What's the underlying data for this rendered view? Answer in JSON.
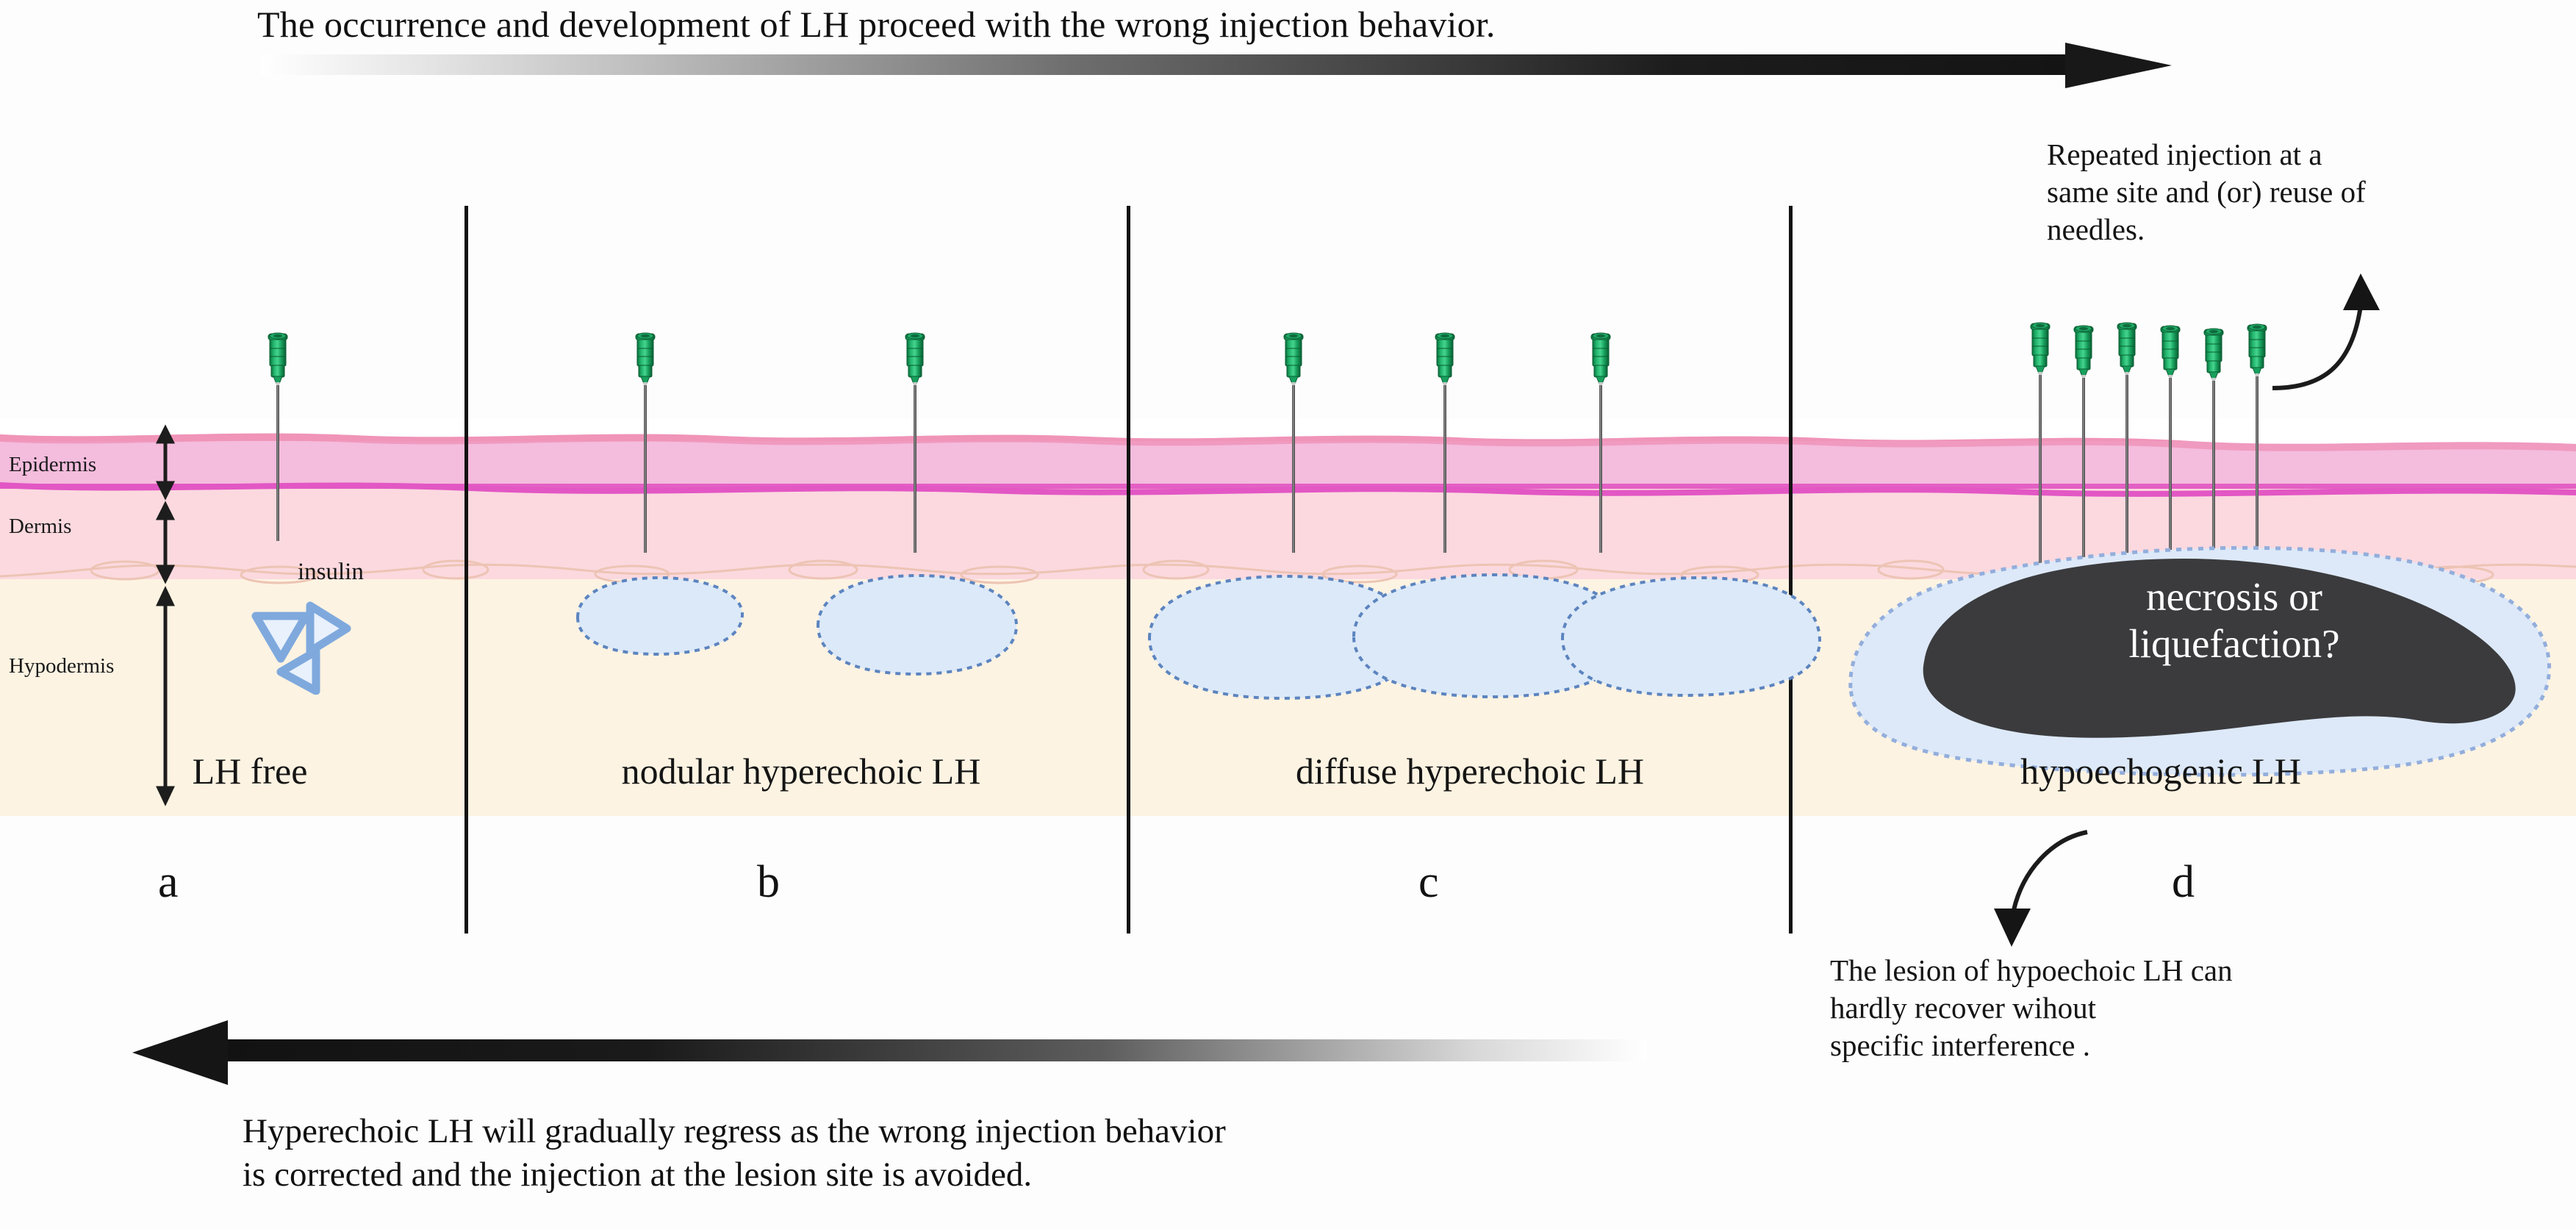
{
  "figure": {
    "top_banner": {
      "text": "The occurrence and development of LH proceed with the  wrong injection behavior.",
      "arrow_direction": "right",
      "arrow_gradient": "light-to-dark"
    },
    "bottom_banner": {
      "text_line1": "Hyperechoic LH will gradually regress as the wrong injection behavior",
      "text_line2": "is corrected and the injection at the lesion site is avoided.",
      "arrow_direction": "left",
      "arrow_gradient": "dark-to-light"
    },
    "skin_layers": [
      {
        "name": "Epidermis",
        "label": "Epidermis",
        "color": "#f4bcdd"
      },
      {
        "name": "Dermis",
        "label": "Dermis",
        "color": "#fbd9df"
      },
      {
        "name": "Hypodermis",
        "label": "Hypodermis",
        "color": "#fdf3e2"
      }
    ],
    "panels": [
      {
        "letter": "a",
        "title": "LH free",
        "needles": 1,
        "lesions": 0
      },
      {
        "letter": "b",
        "title": "nodular hyperechoic LH",
        "needles": 2,
        "lesions": 2
      },
      {
        "letter": "c",
        "title": "diffuse hyperechoic LH",
        "needles": 3,
        "lesions": 3
      },
      {
        "letter": "d",
        "title": "hypoechogenic LH",
        "needles": 6,
        "lesions": 1
      }
    ],
    "insulin": {
      "label": "insulin",
      "particle_count": 3,
      "particle_color": "#7fa9dd"
    },
    "necrosis": {
      "line1": "necrosis or",
      "line2": "liquefaction?",
      "fill_color": "#3b3b3e",
      "text_color": "#ffffff"
    },
    "annotations": {
      "top_right": {
        "line1": "Repeated injection at a",
        "line2": "same site and (or) reuse of",
        "line3": "needles.",
        "arrow": "curved-up-right"
      },
      "bottom_right": {
        "line1": "The lesion of hypoechoic LH can",
        "line2": "hardly recover wihout",
        "line3": "specific interference .",
        "arrow": "curved-down"
      }
    },
    "colors": {
      "needle_hub_green": "#17a05d",
      "needle_hub_dark": "#0d7a43",
      "lesion_fill": "#dce9f8",
      "lesion_outline": "#6f94c8",
      "stratum_corneum": "#f3a2c0",
      "basal_line": "#e45fc4",
      "arrow_black": "#1a1a1a"
    }
  }
}
